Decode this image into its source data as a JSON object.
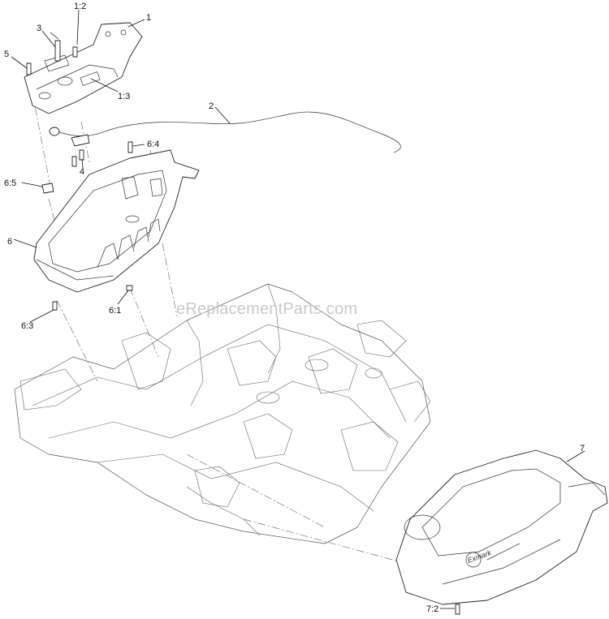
{
  "watermark": "eReplacementParts.com",
  "callouts": {
    "c1": "1",
    "c1_2": "1:2",
    "c1_3": "1:3",
    "c2": "2",
    "c3": "3",
    "c4": "4",
    "c5": "5",
    "c6": "6",
    "c6_1": "6:1",
    "c6_3": "6:3",
    "c6_4": "6:4",
    "c6_5": "6:5",
    "c7": "7",
    "c7_2": "7:2"
  },
  "brand_logo_text": "Exmark",
  "colors": {
    "line": "#222222",
    "phantom": "#777777",
    "watermark": "#c9c9c9"
  }
}
